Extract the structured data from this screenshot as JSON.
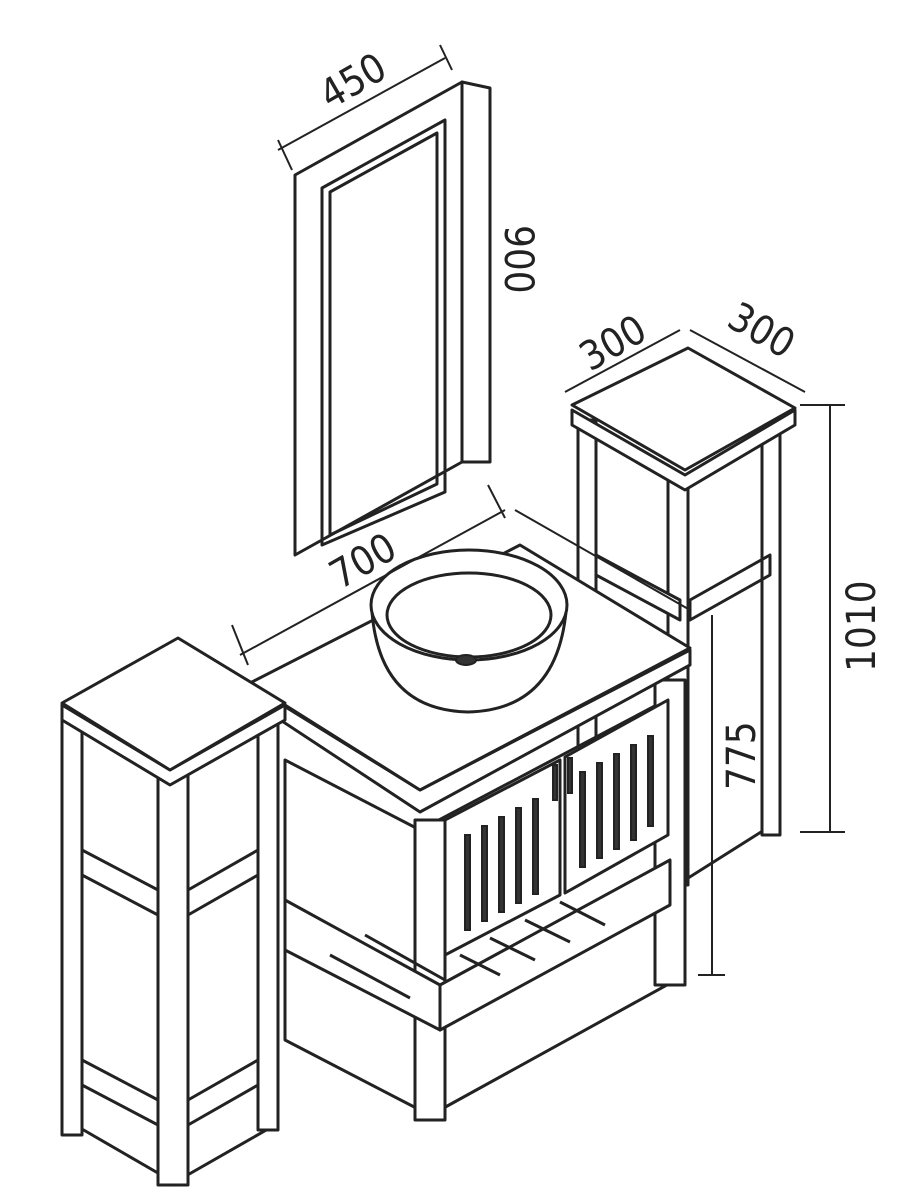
{
  "dimensions": {
    "mirror_width": "450",
    "mirror_height": "900",
    "cabinet_depth": "300",
    "cabinet_width": "300",
    "vanity_width": "700",
    "cabinet_height": "1010",
    "vanity_height": "775"
  },
  "colors": {
    "line": "#222222",
    "background": "#ffffff"
  }
}
